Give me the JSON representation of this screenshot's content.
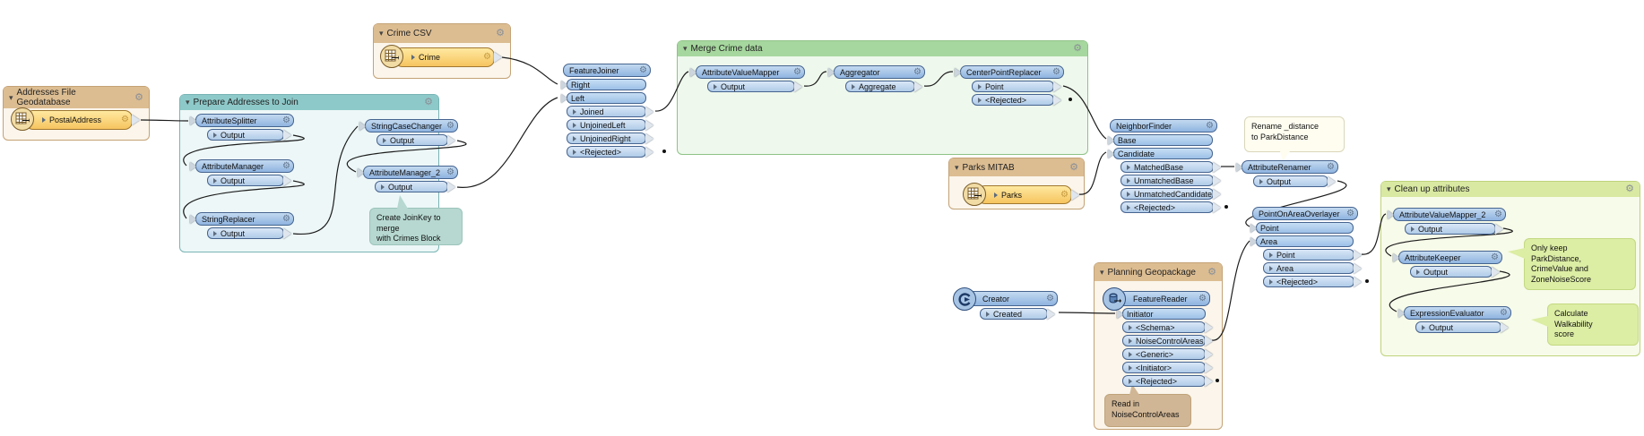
{
  "icons": {
    "gear": "⚙",
    "collapse": "▾"
  },
  "groups": {
    "addresses": {
      "title": "Addresses File Geodatabase"
    },
    "prepare": {
      "title": "Prepare Addresses to Join"
    },
    "crime": {
      "title": "Crime CSV"
    },
    "merge": {
      "title": "Merge Crime data"
    },
    "parks": {
      "title": "Parks MITAB"
    },
    "planning": {
      "title": "Planning Geopackage"
    },
    "cleanup": {
      "title": "Clean up attributes"
    }
  },
  "nodes": {
    "postalAddress": {
      "title": "PostalAddress"
    },
    "crime": {
      "title": "Crime"
    },
    "parks": {
      "title": "Parks"
    },
    "attributeSplitter": {
      "title": "AttributeSplitter",
      "ports": [
        "Output"
      ]
    },
    "attributeManager": {
      "title": "AttributeManager",
      "ports": [
        "Output"
      ]
    },
    "stringReplacer": {
      "title": "StringReplacer",
      "ports": [
        "Output"
      ]
    },
    "stringCaseChanger": {
      "title": "StringCaseChanger",
      "ports": [
        "Output"
      ]
    },
    "attributeManager2": {
      "title": "AttributeManager_2",
      "ports": [
        "Output"
      ]
    },
    "featureJoiner": {
      "title": "FeatureJoiner",
      "ports": [
        "Right",
        "Left",
        "Joined",
        "UnjoinedLeft",
        "UnjoinedRight",
        "<Rejected>"
      ]
    },
    "attributeValueMapper": {
      "title": "AttributeValueMapper",
      "ports": [
        "Output"
      ]
    },
    "aggregator": {
      "title": "Aggregator",
      "ports": [
        "Aggregate"
      ]
    },
    "centerPointReplacer": {
      "title": "CenterPointReplacer",
      "ports": [
        "Point",
        "<Rejected>"
      ]
    },
    "neighborFinder": {
      "title": "NeighborFinder",
      "ports": [
        "Base",
        "Candidate",
        "MatchedBase",
        "UnmatchedBase",
        "UnmatchedCandidate",
        "<Rejected>"
      ]
    },
    "attributeRenamer": {
      "title": "AttributeRenamer",
      "ports": [
        "Output"
      ]
    },
    "pointOnAreaOverlayer": {
      "title": "PointOnAreaOverlayer",
      "ports": [
        "Point",
        "Area",
        "Point",
        "Area",
        "<Rejected>"
      ]
    },
    "creator": {
      "title": "Creator",
      "ports": [
        "Created"
      ]
    },
    "featureReader": {
      "title": "FeatureReader",
      "ports": [
        "Initiator",
        "<Schema>",
        "NoiseControlAreas",
        "<Generic>",
        "<Initiator>",
        "<Rejected>"
      ]
    },
    "attributeValueMapper2": {
      "title": "AttributeValueMapper_2",
      "ports": [
        "Output"
      ]
    },
    "attributeKeeper": {
      "title": "AttributeKeeper",
      "ports": [
        "Output"
      ]
    },
    "expressionEvaluator": {
      "title": "ExpressionEvaluator",
      "ports": [
        "Output"
      ]
    }
  },
  "annotations": {
    "joinKey": "Create JoinKey to merge\nwith Crimes Block",
    "rename": "Rename _distance\nto ParkDistance",
    "readIn": "Read in\nNoiseControlAreas",
    "onlyKeep": "Only keep\nParkDistance,\nCrimeValue and\nZoneNoiseScore",
    "calculate": "Calculate\nWalkability\nscore"
  },
  "colors": {
    "node_border": "#46648f",
    "node_fill": "#a9c6e8",
    "reader_fill": "#fbd77f",
    "group_tan": "#dcbd92",
    "group_teal": "#8ec9c9",
    "group_green": "#a6d79e",
    "group_lime": "#d9e9a2",
    "annotation_teal": "#b6d8d0",
    "annotation_green": "#dceda4",
    "annotation_tan": "#d0b695",
    "annotation_cream": "#fffdf0"
  }
}
